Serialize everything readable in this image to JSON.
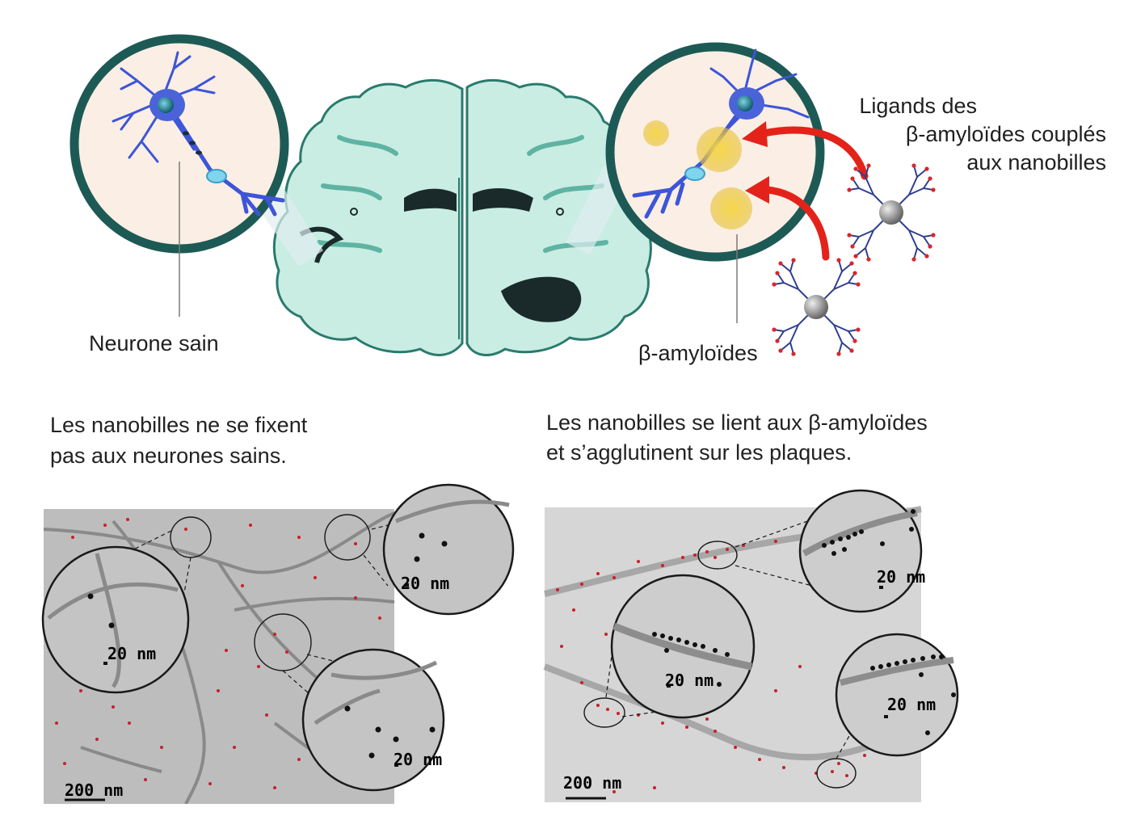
{
  "labels": {
    "healthy_neuron": "Neurone sain",
    "amyloid": "β-amyloïdes",
    "ligands_line1": "Ligands des",
    "ligands_line2": "β-amyloïdes couplés",
    "ligands_line3": "aux nanobilles"
  },
  "captions": {
    "left_line1": "Les nanobilles ne se fixent",
    "left_line2": "pas aux neurones sains.",
    "right_line1": "Les nanobilles se lient aux β-amyloïdes",
    "right_line2": "et s’agglutinent sur les plaques."
  },
  "micrographs": {
    "left_scale": "200 nm",
    "left_zoom1_scale": "20 nm",
    "left_zoom2_scale": "20 nm",
    "left_zoom3_scale": "20 nm",
    "right_scale": "200 nm",
    "right_zoom1_scale": "20 nm",
    "right_zoom2_scale": "20 nm",
    "right_zoom3_scale": "20 nm"
  },
  "colors": {
    "lens_border": "#1d5a55",
    "lens_fill": "#fbeee4",
    "brain_fill": "#c9ede3",
    "brain_outline": "#2a7a6e",
    "neuron": "#3d55d8",
    "plaque": "#e8c53a",
    "arrow": "#e3231a",
    "nanoparticle_dot": "#c8202a"
  }
}
